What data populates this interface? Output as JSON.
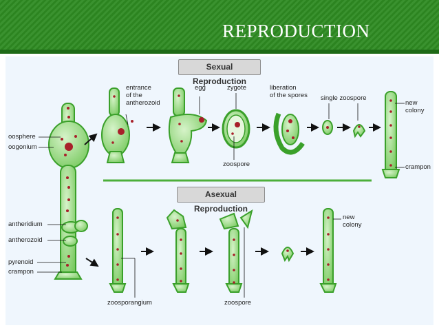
{
  "title": "REPRODUCTION",
  "sexual_header": "Sexual Reproduction",
  "asexual_header": "Asexual Reproduction",
  "labels": {
    "oosphere": "oosphere",
    "oogonium": "oogonium",
    "antheridium": "antheridium",
    "antherozoid": "antherozoid",
    "pyrenoid": "pyrenoid",
    "crampon": "crampon",
    "entrance": "entrance\nof the\nantherozoid",
    "egg": "egg",
    "zygote": "zygote",
    "zoospore_top": "zoospore",
    "liberation": "liberation\nof the spores",
    "single_zoospore": "single zoospore",
    "new_colony_top": "new\ncolony",
    "crampon_right": "crampon",
    "zoosporangium": "zoosporangium",
    "zoospore_bottom": "zoospore",
    "new_colony_bottom": "new\ncolony"
  },
  "colors": {
    "banner": "#2e8b22",
    "cell_fill": "#93d87e",
    "cell_stroke": "#3aa02a",
    "nucleus": "#a8202a",
    "panel": "#eff6fd"
  }
}
